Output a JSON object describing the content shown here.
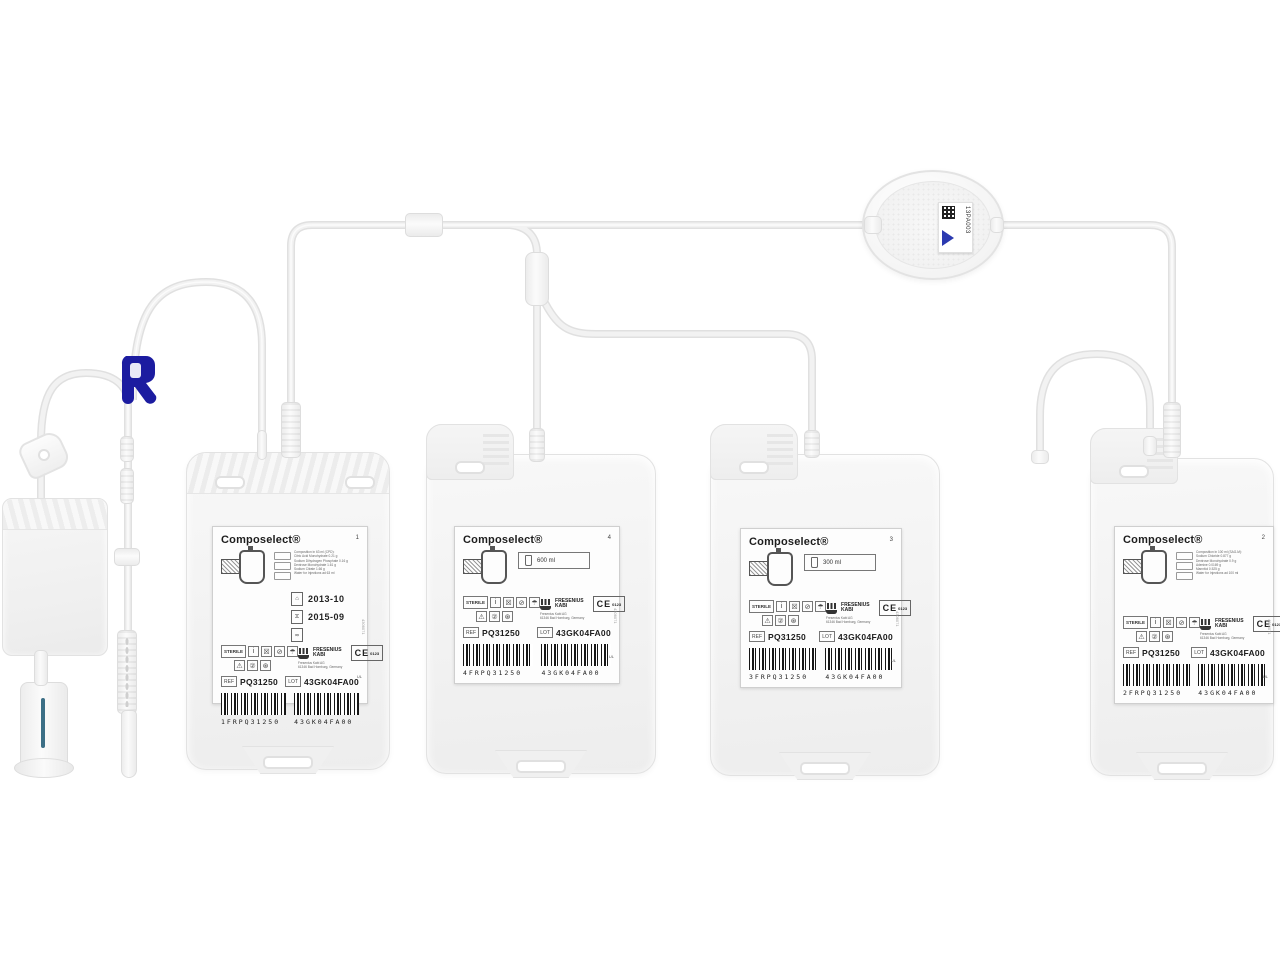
{
  "product": {
    "name": "Composelect®",
    "ref_label": "REF",
    "lot_label": "LOT",
    "ref": "PQ31250",
    "lot": "43GK04FA00",
    "manufacturer": "FRESENIUS\nKABI",
    "manufacturer_address1": "Fresenius Kabi AG",
    "manufacturer_address2": "61346 Bad Homburg, Germany",
    "ce_label": "CE",
    "ul_mark": "UL"
  },
  "symbols": {
    "sterile": "STERILE",
    "info": "i",
    "row1": [
      "☒",
      "⊘",
      "☂"
    ],
    "row2": [
      "⚠",
      "②",
      "⊛"
    ]
  },
  "filter": {
    "label_code": "13PA003",
    "triangle_color": "#2b3ab0"
  },
  "bags": [
    {
      "corner_number": "1",
      "dates": [
        "2013-10",
        "2015-09"
      ],
      "fine_print": [
        "Composition in 63 ml (CPD):",
        "Citric Acid Monohydrate 0.21 g",
        "Sodium Dihydrogen Phosphate 0.16 g",
        "Dextrose Monohydrate 1.61 g",
        "Sodium Citrate 1.66 g",
        "Water for Injections ad 63 ml"
      ],
      "barcode1": "1FRPQ31250",
      "barcode2": "43GK04FA00",
      "side_code": "4306071"
    },
    {
      "corner_number": "4",
      "volume": "600 ml",
      "barcode1": "4FRPQ31250",
      "barcode2": "43GK04FA00",
      "side_code": "4306071"
    },
    {
      "corner_number": "3",
      "volume": "300 ml",
      "barcode1": "3FRPQ31250",
      "barcode2": "43GK04FA00",
      "side_code": "4306071"
    },
    {
      "corner_number": "2",
      "fine_print": [
        "Composition in 100 ml (SAG-M):",
        "Sodium Chloride 0.877 g",
        "Dextrose Monohydrate 0.9 g",
        "Adenine 0.0169 g",
        "Mannitol 0.525 g",
        "Water for Injections ad 100 ml"
      ],
      "barcode1": "2FRPQ31250",
      "barcode2": "43GK04FA00",
      "side_code": "4306071"
    }
  ]
}
